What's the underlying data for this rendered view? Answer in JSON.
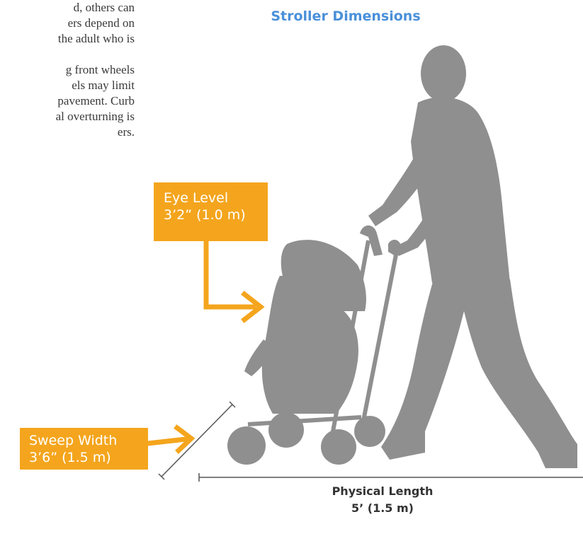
{
  "body_text": {
    "paragraphs": [
      [
        "d, others can",
        "ers depend on",
        "the adult who is"
      ],
      [
        "g front wheels",
        "els may limit",
        "pavement. Curb",
        "al overturning is",
        "ers."
      ]
    ]
  },
  "title": "Stroller Dimensions",
  "eye_level": {
    "label": "Eye Level",
    "value": "3’2” (1.0 m)"
  },
  "sweep_width": {
    "label": "Sweep Width",
    "value": "3’6” (1.5 m)"
  },
  "physical_length": {
    "label": "Physical Length",
    "value": "5’ (1.5 m)"
  },
  "colors": {
    "accent": "#f4a51d",
    "title": "#4a90d9",
    "silhouette": "#8f8f8f",
    "measure_line": "#555555"
  },
  "icons": [
    "person-pushing-stroller-silhouette",
    "arrow-right-icon"
  ]
}
